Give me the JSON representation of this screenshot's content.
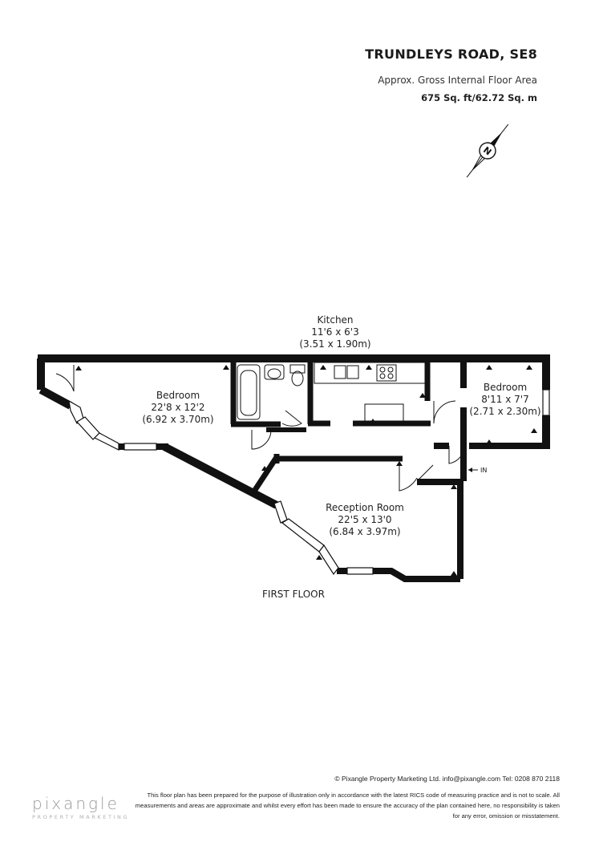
{
  "header": {
    "title": "TRUNDLEYS ROAD, SE8",
    "subtitle": "Approx. Gross Internal Floor Area",
    "area": "675 Sq. ft/62.72 Sq. m"
  },
  "compass": {
    "letter": "N",
    "icon": "north-arrow-icon"
  },
  "rooms": {
    "kitchen": {
      "name": "Kitchen",
      "dims_imperial": "11'6 x 6'3",
      "dims_metric": "(3.51 x 1.90m)"
    },
    "bedroom1": {
      "name": "Bedroom",
      "dims_imperial": "22'8 x 12'2",
      "dims_metric": "(6.92 x 3.70m)"
    },
    "bedroom2": {
      "name": "Bedroom",
      "dims_imperial": "8'11 x 7'7",
      "dims_metric": "(2.71 x 2.30m)"
    },
    "reception": {
      "name": "Reception Room",
      "dims_imperial": "22'5 x 13'0",
      "dims_metric": "(6.84 x 3.97m)"
    }
  },
  "entrance_label": "IN",
  "floor_label": "FIRST FLOOR",
  "footer": {
    "contact": "© Pixangle Property Marketing Ltd. info@pixangle.com Tel: 0208 870 2118",
    "disclaimer": "This floor plan has been prepared for the purpose of illustration only in accordance with the latest RICS code of measuring practice and is not to scale. All measurements and areas are approximate and whilst every effort has been made to ensure the accuracy of the plan contained here, no responsibility is taken for any error, omission or misstatement."
  },
  "logo": {
    "name": "pixangle",
    "tagline": "PROPERTY MARKETING"
  },
  "colors": {
    "wall": "#111111",
    "text": "#1a1a1a",
    "logo": "#9a9a9a"
  }
}
